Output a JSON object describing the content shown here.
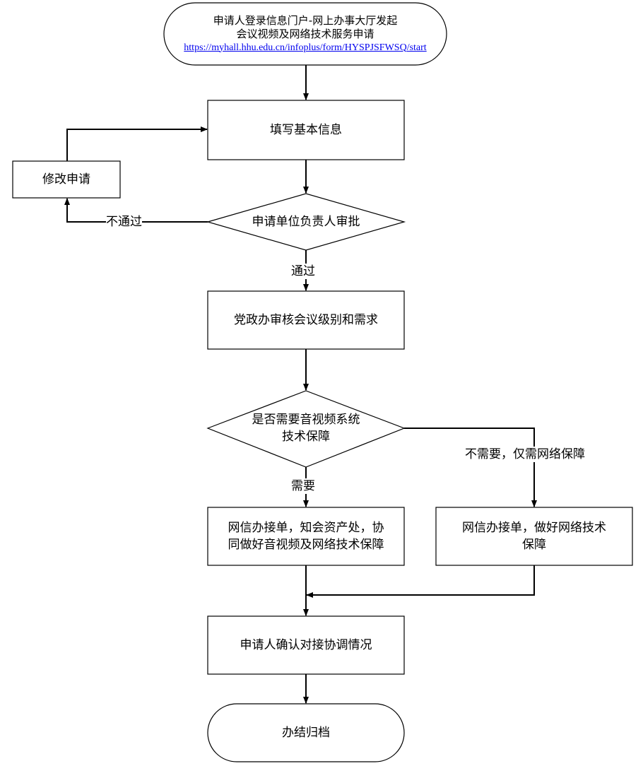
{
  "nodes": {
    "start": {
      "line1": "申请人登录信息门户-网上办事大厅发起",
      "line2": "会议视频及网络技术服务申请",
      "link": "https://myhall.hhu.edu.cn/infoplus/form/HYSPJSFWSQ/start"
    },
    "fill_info": "填写基本信息",
    "modify": "修改申请",
    "unit_approval": "申请单位负责人审批",
    "party_review": "党政办审核会议级别和需求",
    "av_decision": {
      "line1": "是否需要音视频系统",
      "line2": "技术保障"
    },
    "av_support": {
      "line1": "网信办接单，知会资产处，协",
      "line2": "同做好音视频及网络技术保障"
    },
    "net_support": {
      "line1": "网信办接单，做好网络技术",
      "line2": "保障"
    },
    "confirm": "申请人确认对接协调情况",
    "end": "办结归档"
  },
  "edges": {
    "reject": "不通过",
    "pass": "通过",
    "need": "需要",
    "no_need": "不需要，仅需网络保障"
  },
  "colors": {
    "stroke": "#000000",
    "fill": "#ffffff",
    "link": "#0000ee"
  }
}
